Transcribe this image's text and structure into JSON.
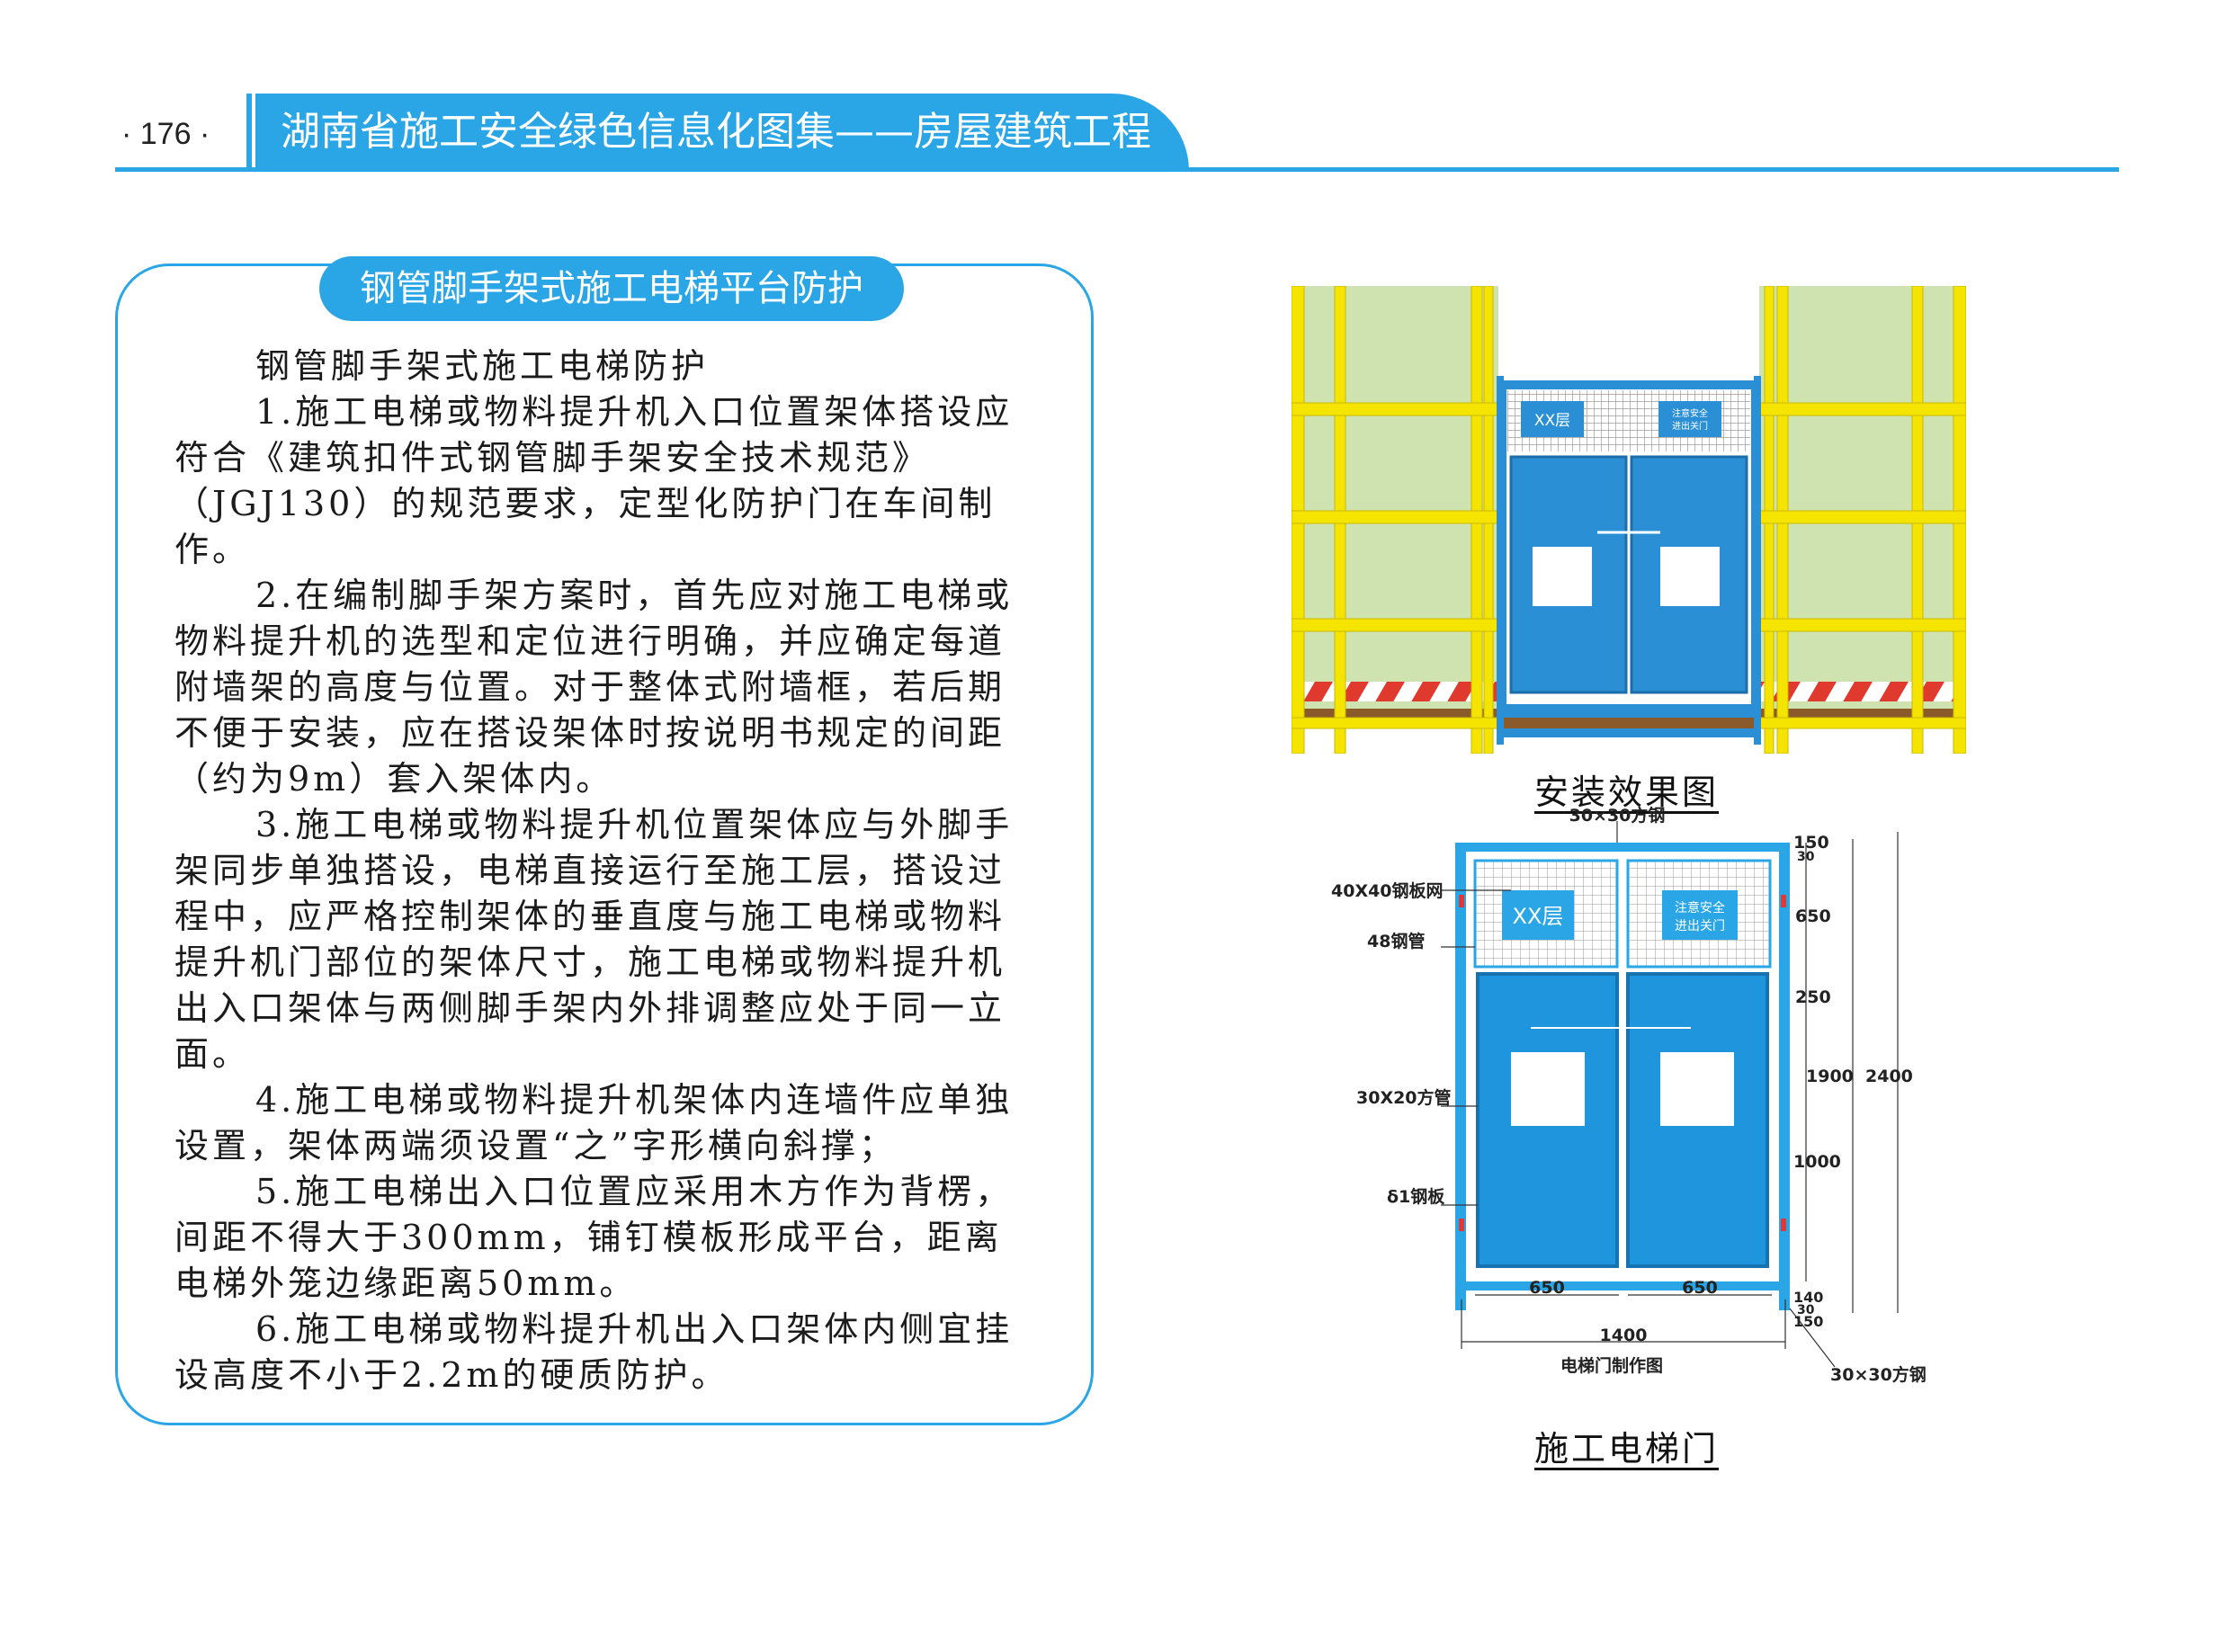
{
  "header": {
    "page_number": "· 176 ·",
    "title": "湖南省施工安全绿色信息化图集——房屋建筑工程"
  },
  "section": {
    "title": "钢管脚手架式施工电梯平台防护",
    "paragraphs": [
      "钢管脚手架式施工电梯防护",
      "1.施工电梯或物料提升机入口位置架体搭设应符合《建筑扣件式钢管脚手架安全技术规范》（JGJ130）的规范要求，定型化防护门在车间制作。",
      "2.在编制脚手架方案时，首先应对施工电梯或物料提升机的选型和定位进行明确，并应确定每道附墙架的高度与位置。对于整体式附墙框，若后期不便于安装，应在搭设架体时按说明书规定的间距（约为9m）套入架体内。",
      "3.施工电梯或物料提升机位置架体应与外脚手架同步单独搭设，电梯直接运行至施工层，搭设过程中，应严格控制架体的垂直度与施工电梯或物料提升机门部位的架体尺寸，施工电梯或物料提升机出入口架体与两侧脚手架内外排调整应处于同一立面。",
      "4.施工电梯或物料提升机架体内连墙件应单独设置，架体两端须设置“之”字形横向斜撑；",
      "5.施工电梯出入口位置应采用木方作为背楞，间距不得大于300mm，铺钉模板形成平台，距离电梯外笼边缘距离50mm。",
      "6.施工电梯或物料提升机出入口架体内侧宜挂设高度不小于2.2m的硬质防护。"
    ]
  },
  "figures": {
    "photo_caption": "安装效果图",
    "drawing_caption": "施工电梯门",
    "photo_signs": {
      "left": "XX层",
      "right_line1": "注意安全",
      "right_line2": "进出关门"
    },
    "drawing": {
      "title": "电梯门制作图",
      "sign_left": "XX层",
      "sign_right_line1": "注意安全",
      "sign_right_line2": "进出关门",
      "labels": {
        "top_steel": "30×30方钢",
        "mesh": "40X40钢板网",
        "pipe": "48钢管",
        "square_tube": "30X20方管",
        "plate": "δ1钢板",
        "bottom_steel": "30×30方钢"
      },
      "dims": {
        "d150_top": "150",
        "d30_top": "30",
        "d650_v": "650",
        "d250": "250",
        "d1000": "1000",
        "d140": "140",
        "d30_bot": "30",
        "d150_bot": "150",
        "d1900": "1900",
        "d2400": "2400",
        "d650_left": "650",
        "d650_right": "650",
        "d1400": "1400"
      }
    }
  },
  "colors": {
    "accent": "#2aa6e6",
    "frame_yellow": "#f5e400",
    "wall_green": "#cfe3b0",
    "door_blue": "#2b8fd6"
  }
}
